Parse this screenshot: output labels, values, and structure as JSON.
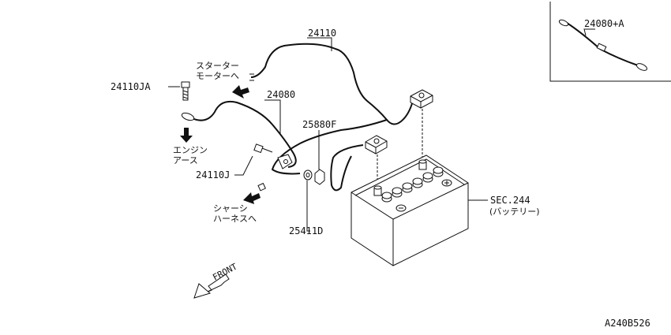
{
  "labels": {
    "cable_main": "24110",
    "cable_sub": "24080",
    "bolt": "24110JA",
    "clip": "24110J",
    "nut": "25880F",
    "washer": "25411D",
    "inset_cable": "24080+A",
    "battery": "SEC.244",
    "battery_sub": "(バッテリー)",
    "starter_line1": "スターター",
    "starter_line2": "モーターへ",
    "engine_line1": "エンジン",
    "engine_line2": "アース",
    "chassis_line1": "シャーシ",
    "chassis_line2": "ハーネスへ",
    "front": "FRONT",
    "drawing_code": "A240B526"
  }
}
